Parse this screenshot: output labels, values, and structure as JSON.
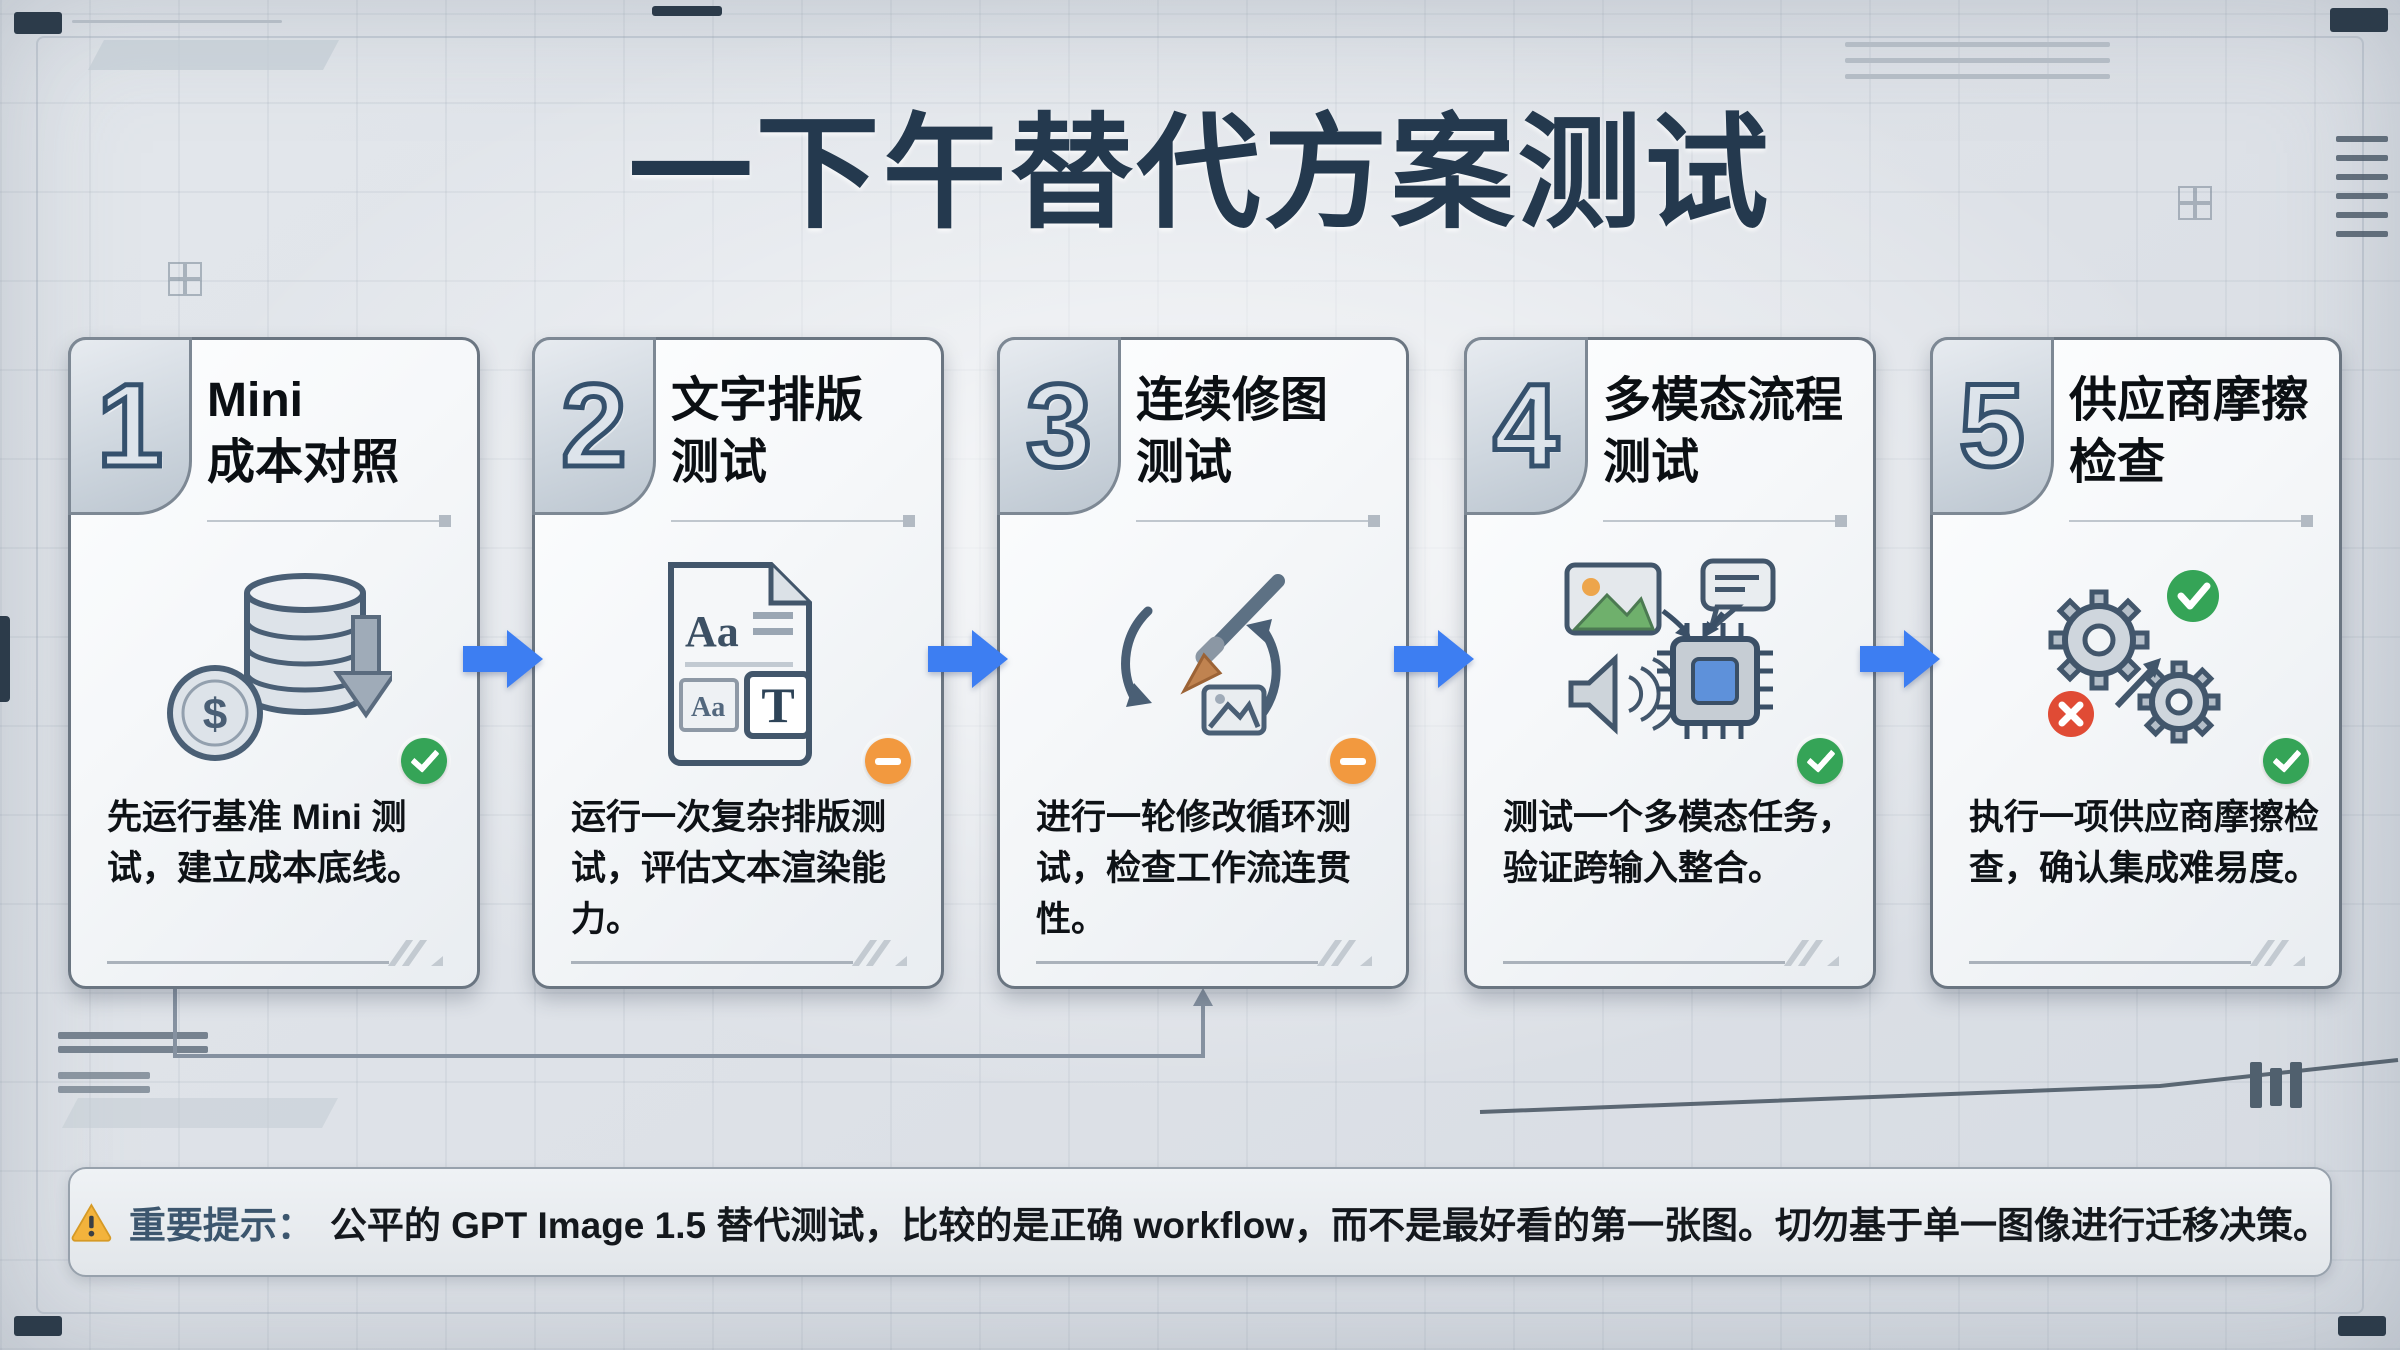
{
  "page": {
    "title": "一下午替代方案测试"
  },
  "colors": {
    "status_pass": "#35a457",
    "status_partial": "#f2993f",
    "arrow_blue": "#3d7ef2",
    "title_navy": "#24394e",
    "error_red": "#e04b35"
  },
  "cards": [
    {
      "number": "1",
      "title_line1": "Mini",
      "title_line2": "成本对照",
      "icon": "coins-cost-icon",
      "status": "pass",
      "description": "先运行基准 Mini 测试，建立成本底线。"
    },
    {
      "number": "2",
      "title_line1": "文字排版",
      "title_line2": "测试",
      "icon": "typography-doc-icon",
      "status": "partial",
      "description": "运行一次复杂排版测试，评估文本渲染能力。"
    },
    {
      "number": "3",
      "title_line1": "连续修图",
      "title_line2": "测试",
      "icon": "edit-cycle-icon",
      "status": "partial",
      "description": "进行一轮修改循环测试，检查工作流连贯性。"
    },
    {
      "number": "4",
      "title_line1": "多模态流程",
      "title_line2": "测试",
      "icon": "multimodal-icon",
      "status": "pass",
      "description": "测试一个多模态任务，验证跨输入整合。"
    },
    {
      "number": "5",
      "title_line1": "供应商摩擦",
      "title_line2": "检查",
      "icon": "gears-friction-icon",
      "status": "pass",
      "description": "执行一项供应商摩擦检查，确认集成难易度。"
    }
  ],
  "note": {
    "icon": "warning-icon",
    "label": "重要提示：",
    "text": "公平的 GPT Image 1.5 替代测试，比较的是正确 workflow，而不是最好看的第一张图。切勿基于单一图像进行迁移决策。"
  }
}
